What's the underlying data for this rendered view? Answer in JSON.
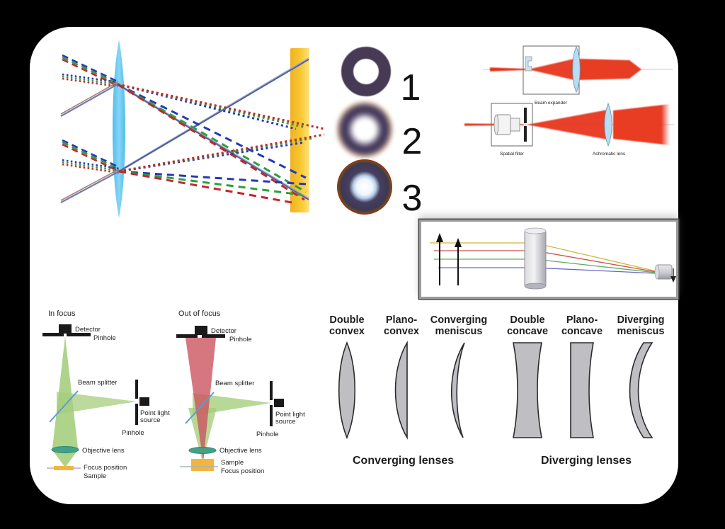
{
  "colors": {
    "background": "#000000",
    "card": "#ffffff",
    "lens_cyan": "#56c3f0",
    "screen_yellow": "#f6c32d",
    "ray_red": "#c3272b",
    "ray_green": "#2e9e3e",
    "ray_blue": "#2438b8",
    "laser_red": "#e63119",
    "beam_green": "#a5ce7d",
    "beam_red_soft": "#cc5560",
    "objective_teal": "#43a089",
    "sample_orange": "#f2b63e",
    "lens_gray": "#bfbfc3"
  },
  "aberration_rings": {
    "items": [
      {
        "label": "1"
      },
      {
        "label": "2"
      },
      {
        "label": "3"
      }
    ]
  },
  "beam_expander": {
    "top_label": "Beam expander",
    "bottom_left_label": "Spatial filter",
    "bottom_right_label": "Achromatic lens"
  },
  "confocal": {
    "in_focus": {
      "title": "In focus",
      "detector": "Detector",
      "pinhole_top": "Pinhole",
      "beam_splitter": "Beam splitter",
      "point_light_line1": "Point light",
      "point_light_line2": "source",
      "pinhole_side": "Pinhole",
      "objective_lens": "Objective lens",
      "bottom_line1": "Focus position",
      "bottom_line2": "Sample"
    },
    "out_of_focus": {
      "title": "Out of focus",
      "detector": "Detector",
      "pinhole_top": "Pinhole",
      "beam_splitter": "Beam splitter",
      "point_light_line1": "Point light",
      "point_light_line2": "source",
      "pinhole_side": "Pinhole",
      "objective_lens": "Objective lens",
      "bottom_line1": "Sample",
      "bottom_line2": "Focus position"
    }
  },
  "lens_types": {
    "items": [
      {
        "line1": "Double",
        "line2": "convex"
      },
      {
        "line1": "Plano-",
        "line2": "convex"
      },
      {
        "line1": "Converging",
        "line2": "meniscus"
      },
      {
        "line1": "Double",
        "line2": "concave"
      },
      {
        "line1": "Plano-",
        "line2": "concave"
      },
      {
        "line1": "Diverging",
        "line2": "meniscus"
      }
    ],
    "group_left": "Converging lenses",
    "group_right": "Diverging lenses"
  }
}
